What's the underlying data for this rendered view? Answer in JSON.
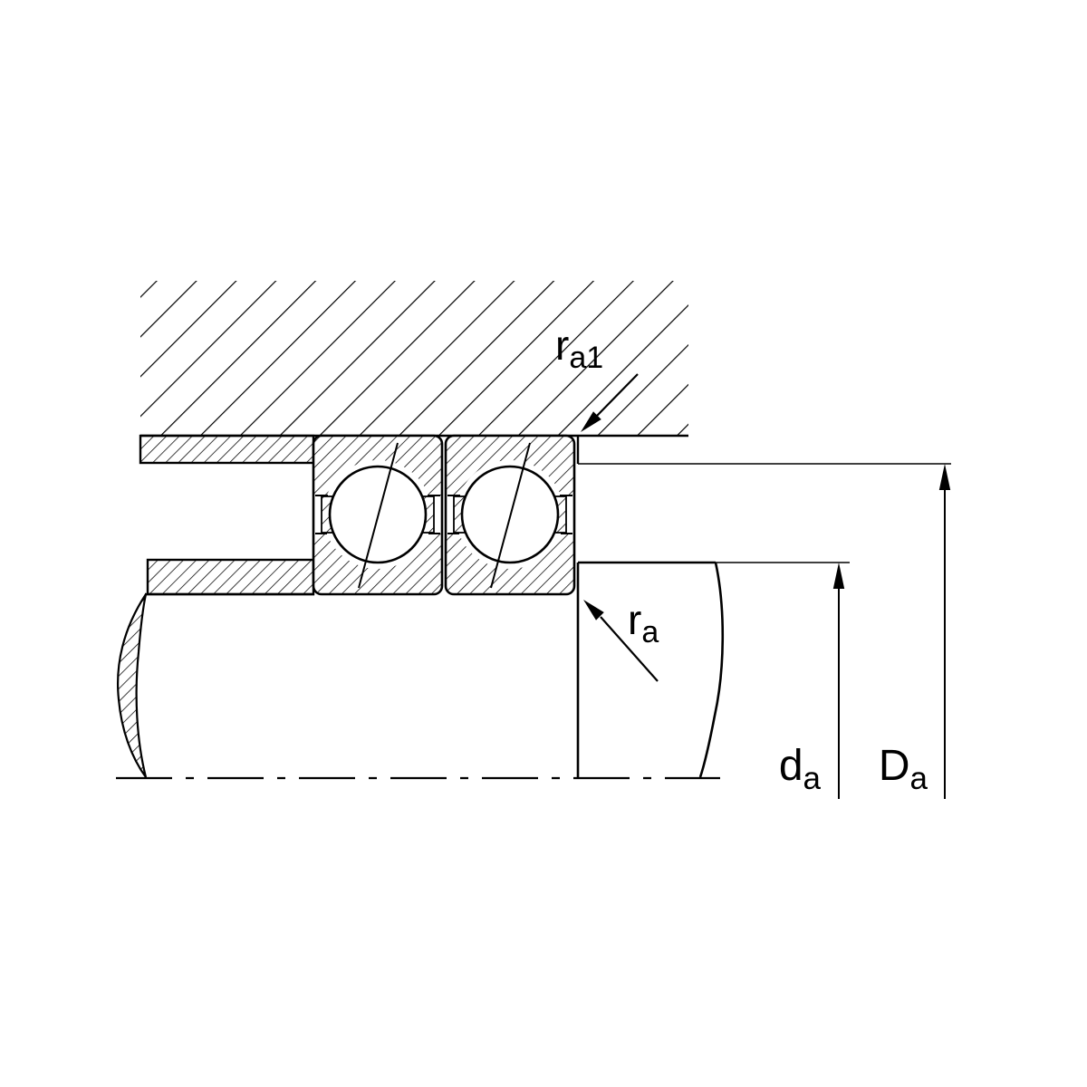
{
  "figure": {
    "kind": "bearing-mounting-cross-section",
    "colors": {
      "ink": "#000000",
      "paper": "#ffffff"
    },
    "labels": {
      "ra1": {
        "base": "r",
        "sub": "a1"
      },
      "ra": {
        "base": "r",
        "sub": "a"
      },
      "da": {
        "base": "d",
        "sub": "a"
      },
      "Da": {
        "base": "D",
        "sub": "a"
      }
    }
  }
}
